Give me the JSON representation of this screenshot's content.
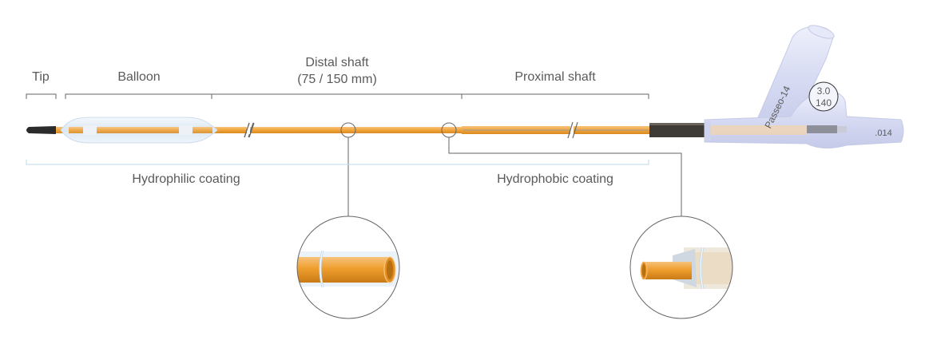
{
  "labels": {
    "tip": "Tip",
    "balloon": "Balloon",
    "distal_shaft": "Distal shaft",
    "distal_shaft_length": "(75 / 150 mm)",
    "proximal_shaft": "Proximal shaft",
    "hydrophilic_coating": "Hydrophilic coating",
    "hydrophobic_coating": "Hydrophobic coating"
  },
  "hub": {
    "brand": "Passeo-14",
    "size_diameter": "3.0",
    "size_length": "140",
    "guidewire": ".014"
  },
  "colors": {
    "shaft_orange": "#f0a43a",
    "coating_line": "#bcd8ec",
    "bracket": "#666666",
    "hub": "#d9dcf3",
    "tip": "#2b2b2b"
  }
}
